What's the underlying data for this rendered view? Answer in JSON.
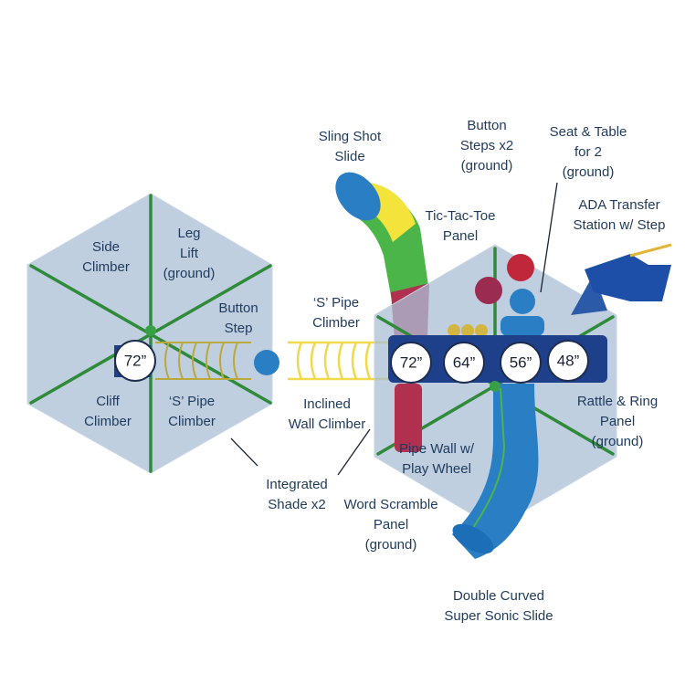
{
  "labels": {
    "sling_shot_slide": [
      "Sling Shot",
      "Slide"
    ],
    "button_steps": [
      "Button",
      "Steps x2",
      "(ground)"
    ],
    "seat_table": [
      "Seat & Table",
      "for 2",
      "(ground)"
    ],
    "ada_transfer": [
      "ADA Transfer",
      "Station w/ Step"
    ],
    "tic_tac_toe": [
      "Tic-Tac-Toe",
      "Panel"
    ],
    "side_climber": [
      "Side",
      "Climber"
    ],
    "leg_lift": [
      "Leg",
      "Lift",
      "(ground)"
    ],
    "button_step": [
      "Button",
      "Step"
    ],
    "s_pipe_climber_top": [
      "‘S’ Pipe",
      "Climber"
    ],
    "cliff_climber": [
      "Cliff",
      "Climber"
    ],
    "s_pipe_climber_left": [
      "‘S’ Pipe",
      "Climber"
    ],
    "inclined_wall": [
      "Inclined",
      "Wall Climber"
    ],
    "rattle_ring": [
      "Rattle & Ring",
      "Panel",
      "(ground)"
    ],
    "pipe_wall": [
      "Pipe Wall w/",
      "Play Wheel"
    ],
    "integrated_shade": [
      "Integrated",
      "Shade x2"
    ],
    "word_scramble": [
      "Word Scramble",
      "Panel",
      "(ground)"
    ],
    "double_curved": [
      "Double Curved",
      "Super Sonic Slide"
    ]
  },
  "heights": [
    "72”",
    "72”",
    "64”",
    "56”",
    "48”"
  ],
  "colors": {
    "text": "#1f3a5c",
    "shade": "#a9bfd6",
    "deck": "#1e3f8a",
    "slide": "#2a7fc4",
    "climber": "#e8d84a",
    "frame": "#2f8a3a"
  }
}
